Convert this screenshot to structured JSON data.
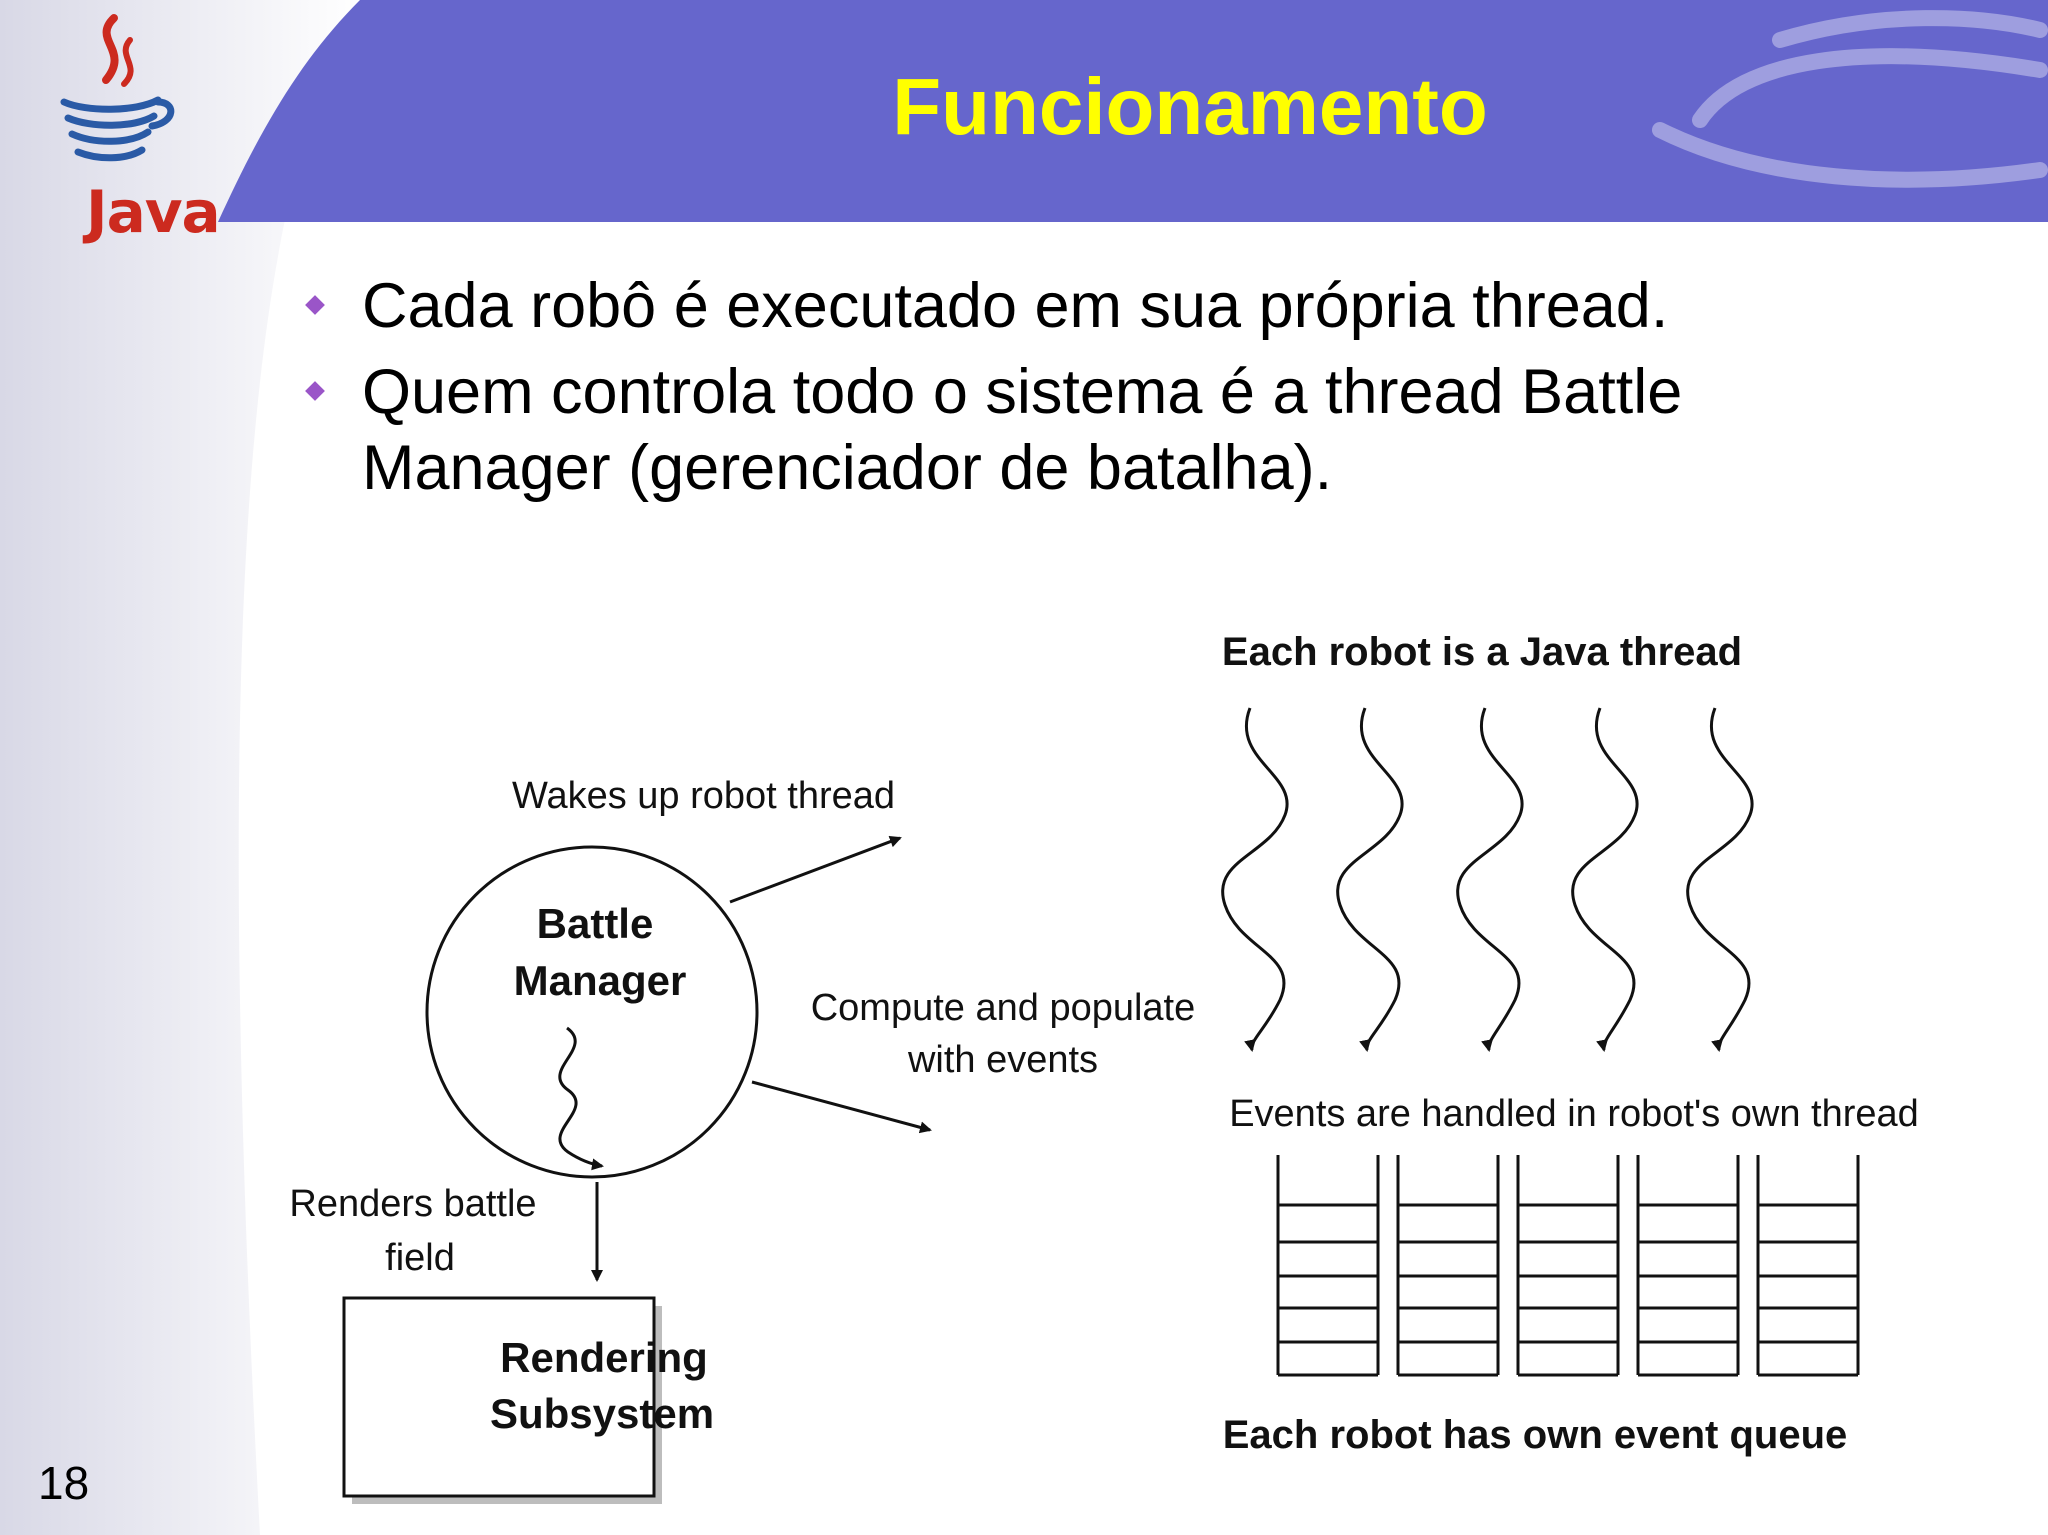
{
  "slide": {
    "title": "Funcionamento",
    "page_number": "18",
    "colors": {
      "header": "#6666cc",
      "title": "#ffff00",
      "bullet": "#9a55c8",
      "logo": "#cc2a1f"
    }
  },
  "logo": {
    "icon": "java-coffee-cup-icon",
    "text": "Java"
  },
  "bullets": [
    "Cada robô é executado em sua própria thread.",
    "Quem controla todo o sistema é a thread Battle Manager (gerenciador de batalha)."
  ],
  "diagram": {
    "battle_manager": [
      "Battle",
      "Manager"
    ],
    "wakes_up": "Wakes up robot thread",
    "compute": [
      "Compute and populate",
      "with events"
    ],
    "renders": [
      "Renders battle",
      "field"
    ],
    "rendering": [
      "Rendering",
      "Subsystem"
    ],
    "each_robot_thread": "Each robot is a Java thread",
    "events_handled": "Events are handled in robot's own thread",
    "event_queue": "Each robot has own event queue"
  }
}
